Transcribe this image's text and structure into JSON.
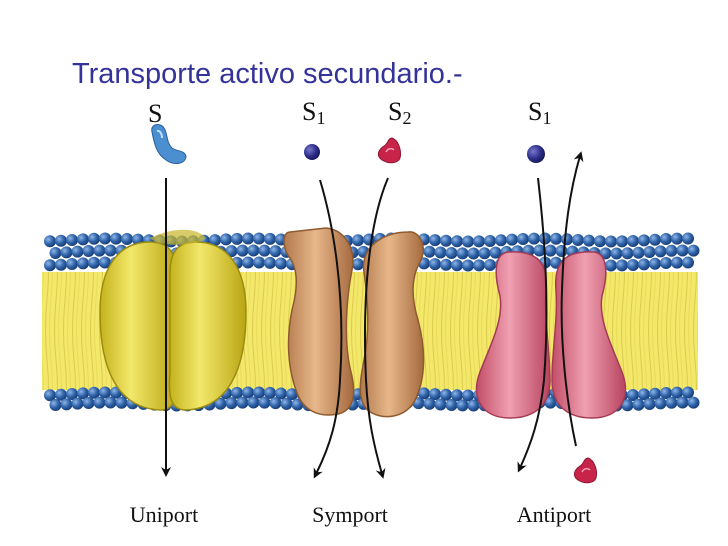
{
  "title": "Transporte activo secundario.-",
  "solutes": {
    "uniport": "S",
    "symport_1_base": "S",
    "symport_1_sub": "1",
    "symport_2_base": "S",
    "symport_2_sub": "2",
    "antiport_1_base": "S",
    "antiport_1_sub": "1"
  },
  "transporters": {
    "uniport": "Uniport",
    "symport": "Symport",
    "antiport": "Antiport"
  },
  "colors": {
    "title": "#33339a",
    "bilayer_core": "#f3e86a",
    "head_group": "#2f63a8",
    "uniport_protein": "#e6d53a",
    "symport_protein": "#d49a6a",
    "antiport_protein": "#e2788e",
    "solute_blue": "#2e2e8a",
    "solute_red": "#c8244a",
    "solute_lightblue": "#4c8fd0"
  },
  "icons": {
    "solute_s": "light-blue-comma-molecule",
    "solute_s1": "dark-blue-sphere",
    "solute_s2": "red-triangle-molecule"
  }
}
